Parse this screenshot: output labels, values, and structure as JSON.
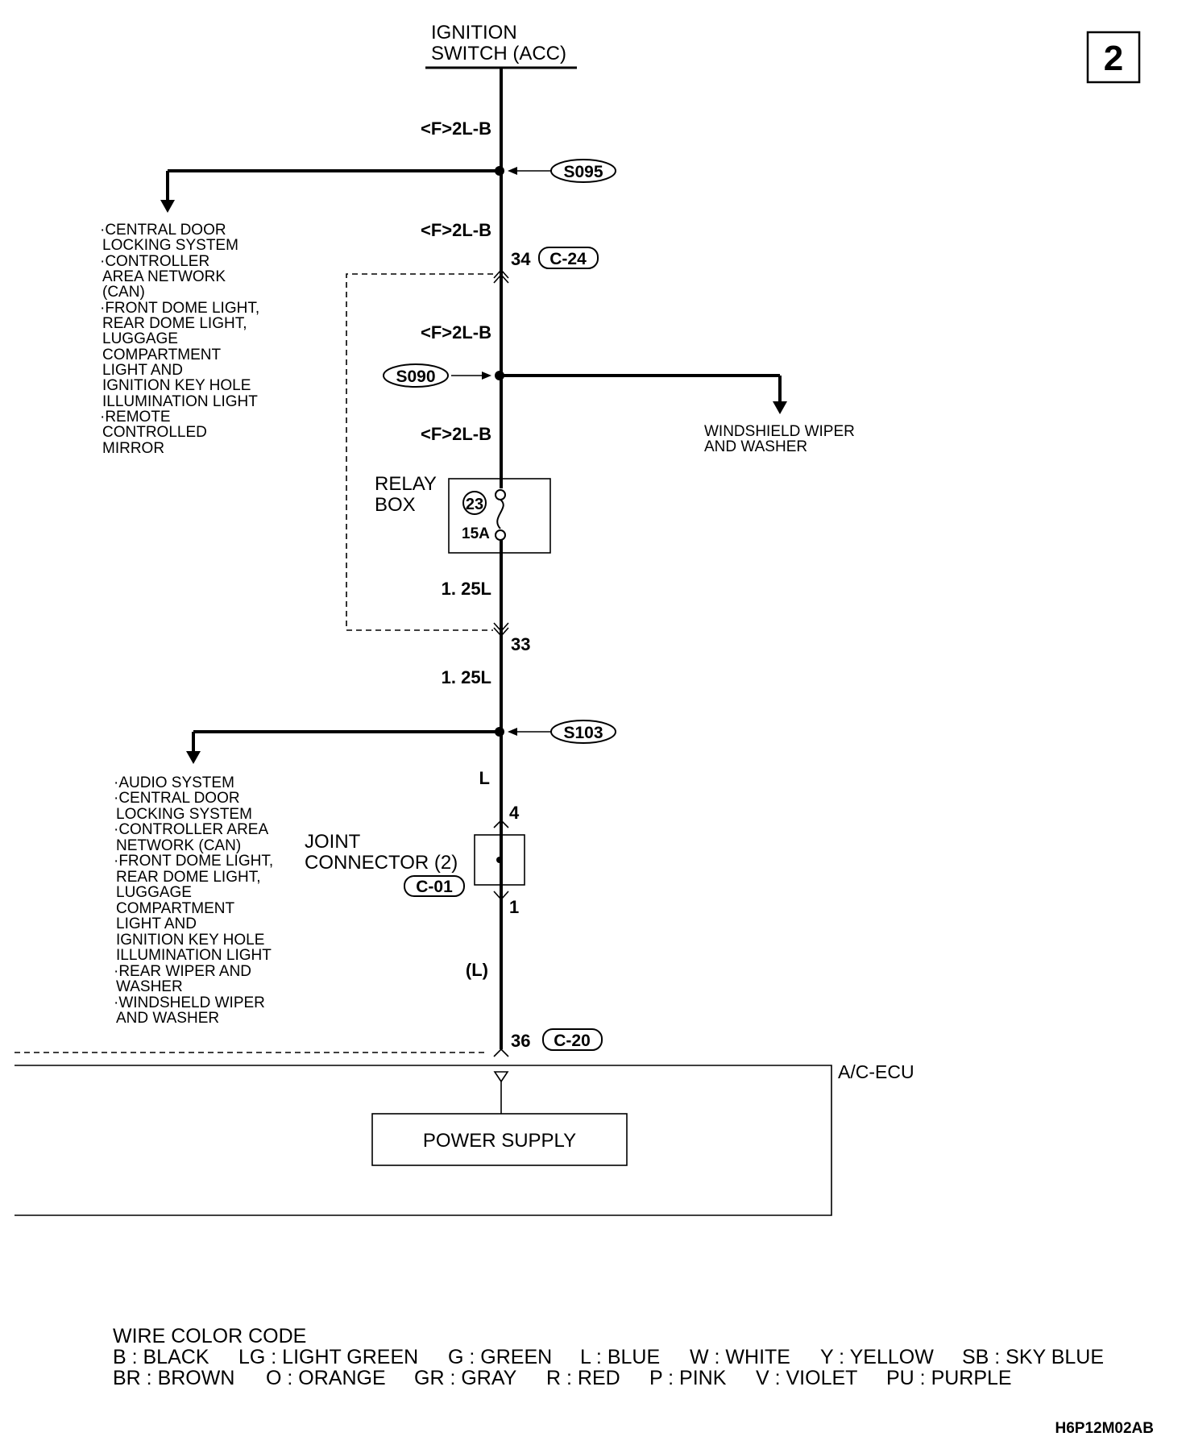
{
  "page_number": "2",
  "source": {
    "line1": "IGNITION",
    "line2": "SWITCH (ACC)"
  },
  "wire_labels": {
    "w1": "<F>2L-B",
    "w2": "<F>2L-B",
    "w3": "<F>2L-B",
    "w4": "<F>2L-B",
    "w5": "1. 25L",
    "w6": "1. 25L",
    "w7": "L",
    "w8": "(L)"
  },
  "splices": {
    "s095": "S095",
    "s090": "S090",
    "s103": "S103"
  },
  "connectors": {
    "c24_pin": "34",
    "c24": "C-24",
    "pin33": "33",
    "c01_pin4": "4",
    "c01_pin1": "1",
    "c01": "C-01",
    "c20_pin": "36",
    "c20": "C-20"
  },
  "relay_box": {
    "line1": "RELAY",
    "line2": "BOX",
    "fuse_no": "23",
    "fuse_rating": "15A"
  },
  "joint_connector": {
    "line1": "JOINT",
    "line2": "CONNECTOR (2)"
  },
  "branch_s095": [
    "·CENTRAL DOOR",
    "LOCKING SYSTEM",
    "·CONTROLLER",
    "AREA NETWORK",
    "(CAN)",
    "·FRONT DOME LIGHT,",
    "REAR DOME LIGHT,",
    "LUGGAGE",
    "COMPARTMENT",
    "LIGHT AND",
    "IGNITION KEY HOLE",
    "ILLUMINATION LIGHT",
    "·REMOTE",
    "CONTROLLED",
    "MIRROR"
  ],
  "branch_s090": [
    "WINDSHIELD WIPER",
    "AND WASHER"
  ],
  "branch_s103": [
    "·AUDIO SYSTEM",
    "·CENTRAL DOOR",
    "LOCKING SYSTEM",
    "·CONTROLLER AREA",
    "NETWORK (CAN)",
    "·FRONT DOME LIGHT,",
    "REAR DOME LIGHT,",
    "LUGGAGE",
    "COMPARTMENT",
    "LIGHT AND",
    "IGNITION KEY HOLE",
    "ILLUMINATION LIGHT",
    "·REAR WIPER AND",
    "WASHER",
    "·WINDSHELD WIPER",
    "AND WASHER"
  ],
  "ecu": {
    "name": "A/C-ECU",
    "block": "POWER SUPPLY"
  },
  "color_code": {
    "title": "WIRE COLOR CODE",
    "row1": [
      "B : BLACK",
      "LG : LIGHT GREEN",
      "G : GREEN",
      "L : BLUE",
      "W : WHITE",
      "Y : YELLOW",
      "SB : SKY BLUE"
    ],
    "row2": [
      "BR : BROWN",
      "O : ORANGE",
      "GR : GRAY",
      "R : RED",
      "P : PINK",
      "V : VIOLET",
      "PU : PURPLE"
    ]
  },
  "figure_code": "H6P12M02AB"
}
